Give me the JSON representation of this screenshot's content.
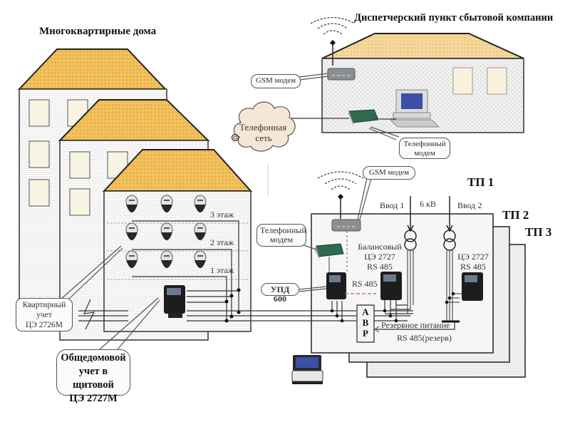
{
  "title_houses": "Многоквартирные дома",
  "title_dispatch": "Диспетчерский пункт сбытовой компании",
  "dispatch": {
    "gsm_modem_label": "GSM модем",
    "phone_modem_label_1": "Телефонный",
    "phone_modem_label_2": "модем"
  },
  "phone_network": {
    "line1": "Телефонная",
    "line2": "сеть"
  },
  "floors": [
    "3 этаж",
    "2 этаж",
    "1 этаж"
  ],
  "apartment_meter_callout": [
    "Квартирный",
    "учет",
    "ЦЭ 2726М"
  ],
  "building_meter_callout": [
    "Общедомовой",
    "учет в щитовой",
    "ЦЭ 2727М"
  ],
  "substations": {
    "tp1": "ТП 1",
    "tp2": "ТП 2",
    "tp3": "ТП 3",
    "gsm_modem_label": "GSM модем",
    "phone_modem_label_1": "Телефонный",
    "phone_modem_label_2": "модем",
    "upd_label": "УПД 600",
    "input1": "Ввод 1",
    "input2": "Ввод 2",
    "voltage": "6 кВ",
    "balance_meter": [
      "Балансовый",
      "ЦЭ 2727",
      "RS 485"
    ],
    "meter2": [
      "ЦЭ 2727",
      "RS 485"
    ],
    "rs485": "RS 485",
    "avr": [
      "А",
      "В",
      "Р"
    ],
    "reserve_power": "Резервное питание",
    "rs485_reserve": "RS 485(резерв)"
  },
  "colors": {
    "roof": "#f0c060",
    "wall": "#ececec",
    "window": "#f8f4e4",
    "cloud": "#f6e6d6",
    "modem_green": "#2f6a4e",
    "screen_blue": "#3b4fa8"
  }
}
